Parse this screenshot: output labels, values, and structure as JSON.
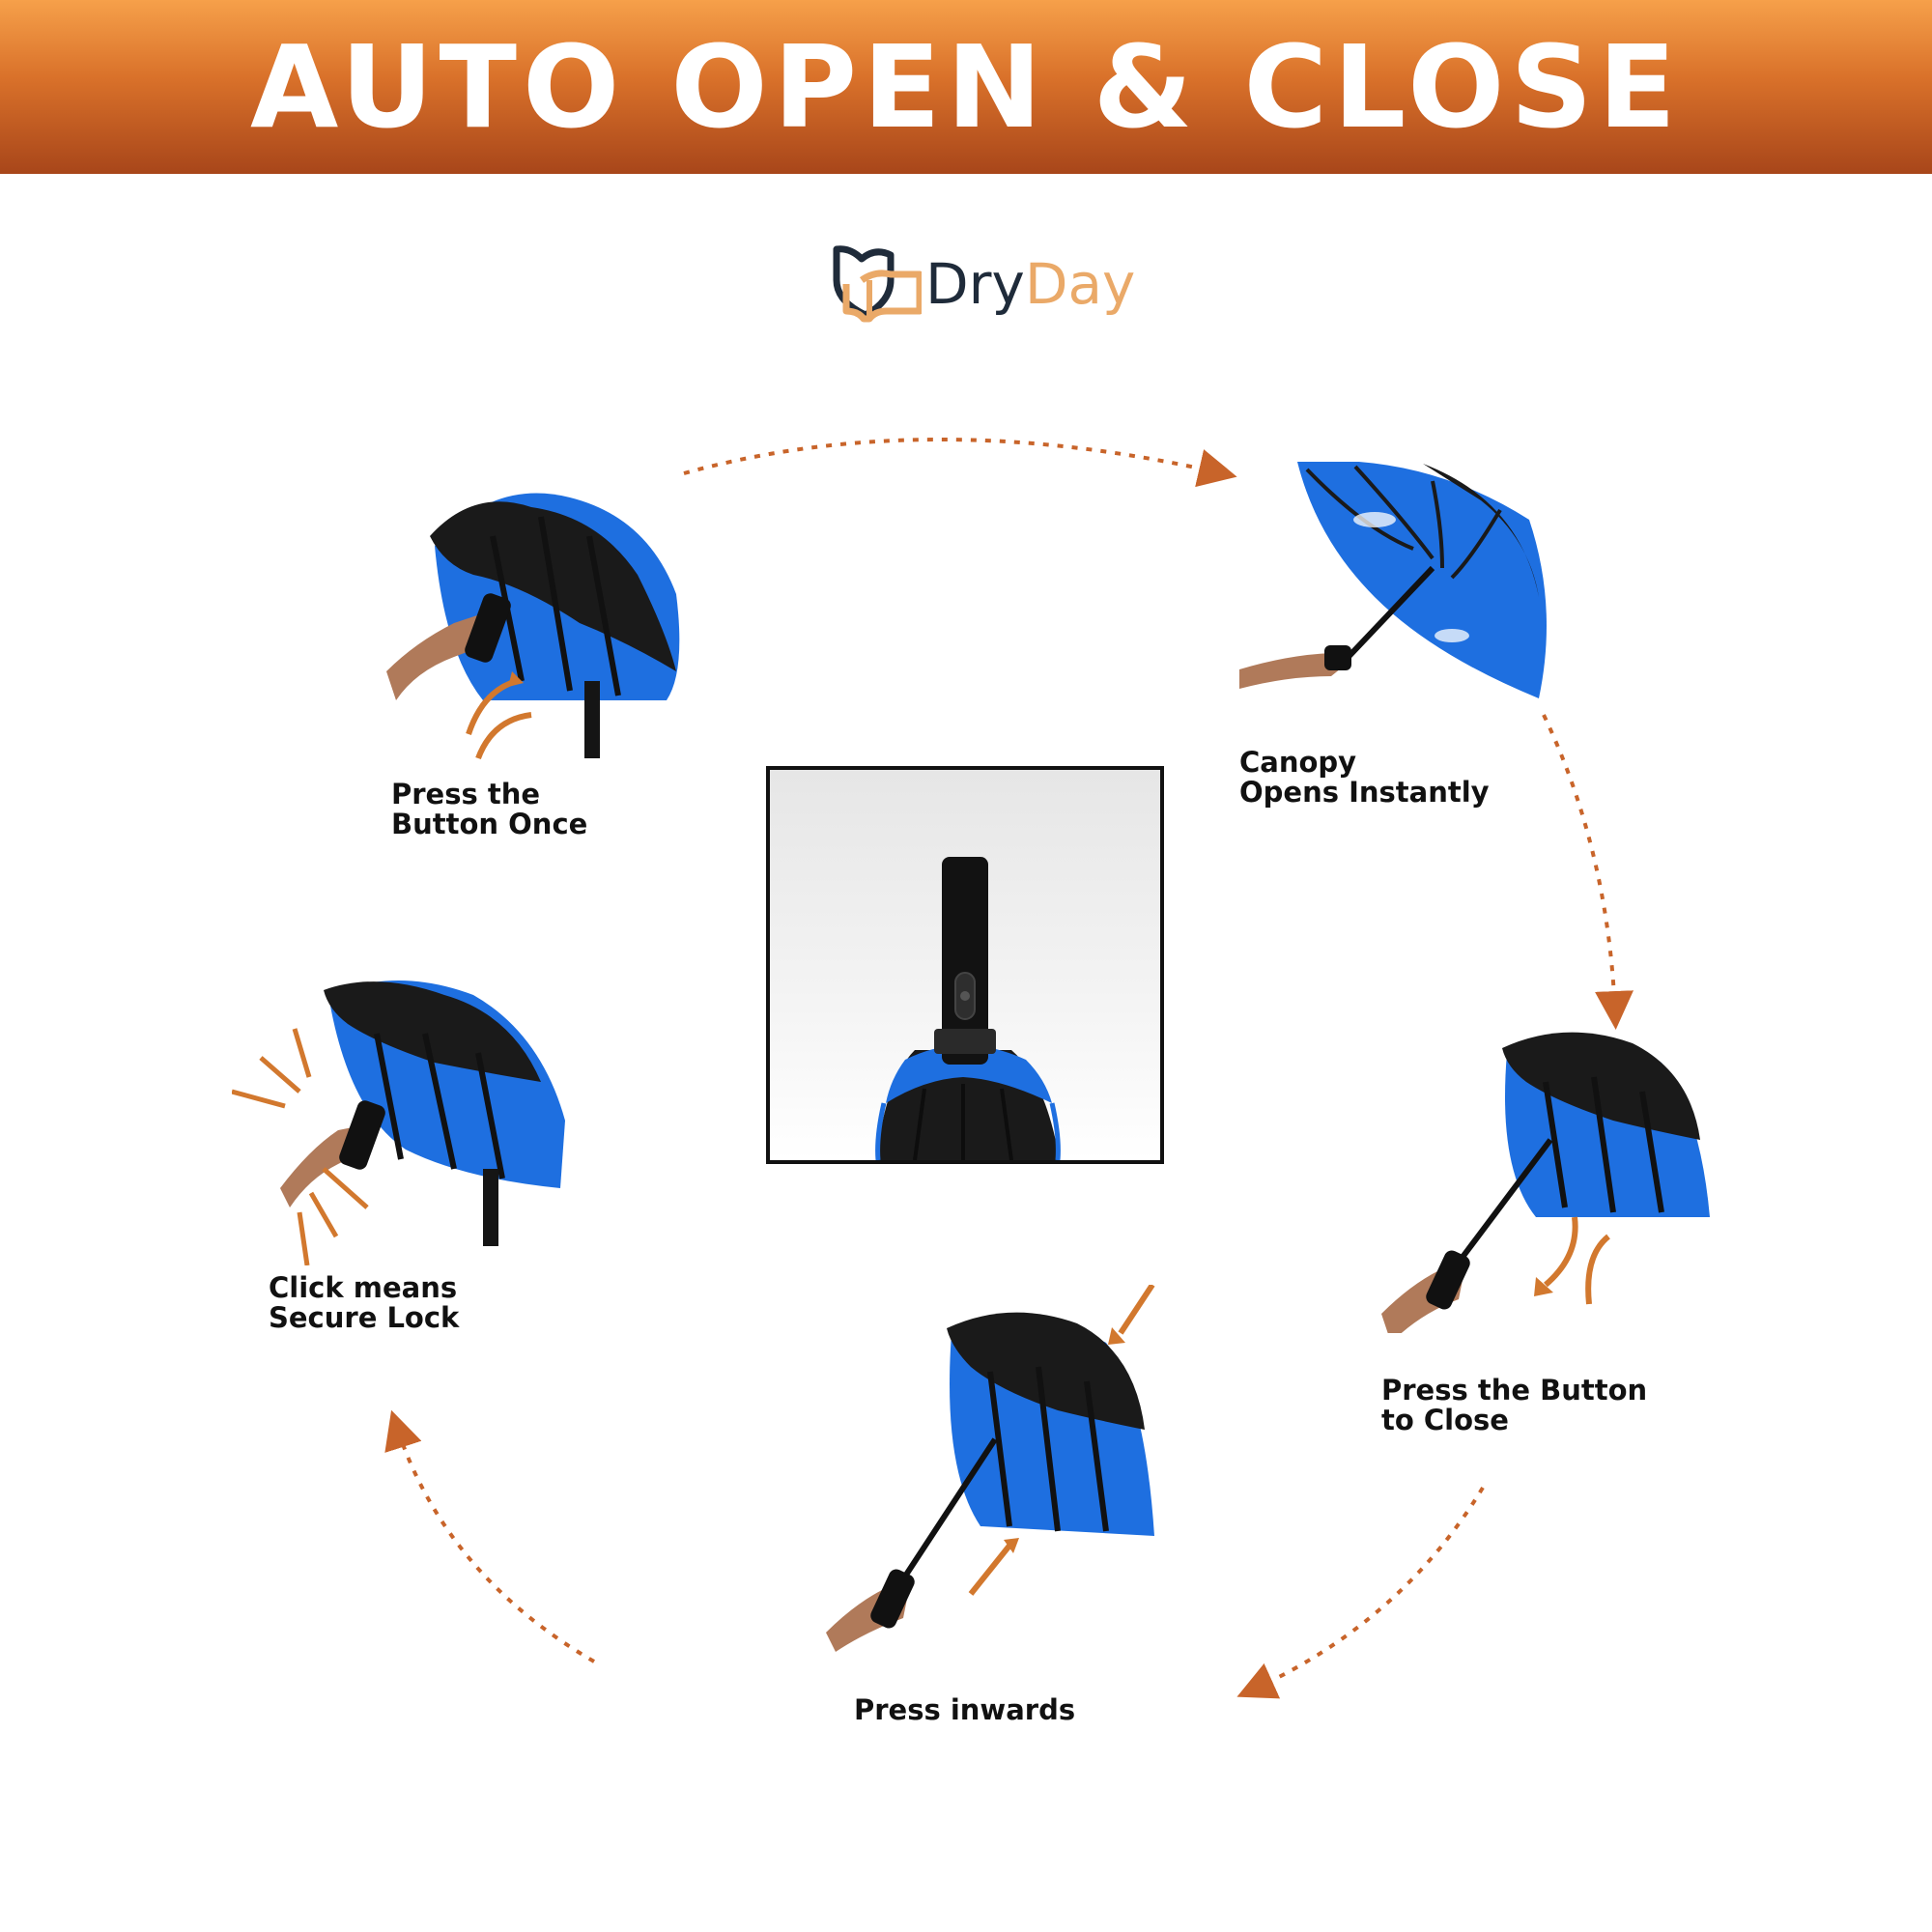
{
  "banner": {
    "title": "AUTO OPEN & CLOSE",
    "colors": {
      "top": "#f6a04a",
      "bottom": "#a8461a",
      "text": "#ffffff"
    }
  },
  "brand": {
    "name_part1": "Dry",
    "name_part2": "Day",
    "icon": "shield-book-logo",
    "colors": {
      "dark": "#1f2b3a",
      "accent": "#eaa968"
    }
  },
  "steps": [
    {
      "id": "press-once",
      "caption_line1": "Press the",
      "caption_line2": "Button Once"
    },
    {
      "id": "canopy-opens",
      "caption_line1": "Canopy",
      "caption_line2": "Opens Instantly"
    },
    {
      "id": "press-to-close",
      "caption_line1": "Press the Button",
      "caption_line2": "to Close"
    },
    {
      "id": "press-inwards",
      "caption_line1": "Press inwards",
      "caption_line2": ""
    },
    {
      "id": "secure-lock",
      "caption_line1": "Click means",
      "caption_line2": "Secure Lock"
    }
  ],
  "center_image": {
    "icon": "umbrella-handle-closeup"
  },
  "colors": {
    "arrow": "#c8642a",
    "canopy_inner": "#1e6fe0",
    "canopy_outer": "#1a1a1a"
  }
}
